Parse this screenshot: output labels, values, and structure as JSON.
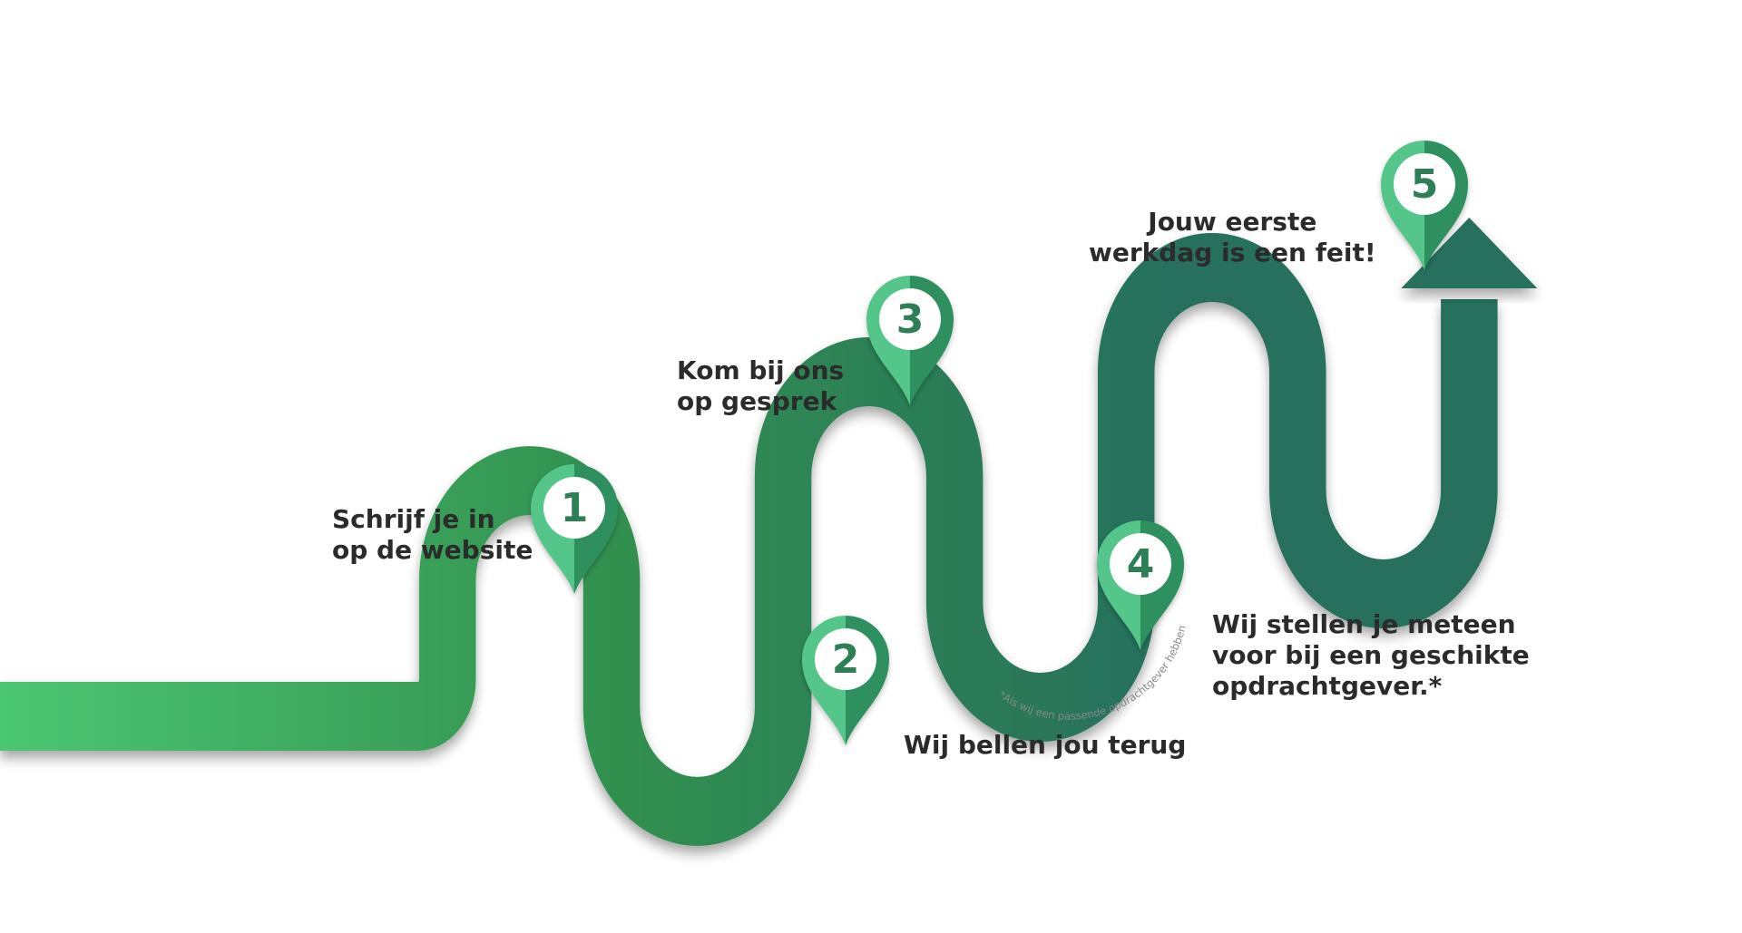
{
  "colors": {
    "road_start": "#4cc673",
    "road_mid": "#31914f",
    "road_end": "#276f5d",
    "pin_light": "#55c68a",
    "pin_dark": "#2f8f5e",
    "pin_circle": "#ffffff",
    "number_color": "#2f7f56",
    "text_color": "#2b2b2b",
    "footnote_color": "#888888"
  },
  "steps": [
    {
      "number": "1",
      "lines": [
        "Schrijf je in",
        "op de website"
      ]
    },
    {
      "number": "2",
      "lines": [
        "Wij bellen jou terug"
      ]
    },
    {
      "number": "3",
      "lines": [
        "Kom bij ons",
        "op gesprek"
      ]
    },
    {
      "number": "4",
      "lines": [
        "Wij stellen je meteen",
        "voor bij een geschikte",
        "opdrachtgever.*"
      ]
    },
    {
      "number": "5",
      "lines": [
        "Jouw eerste",
        "werkdag is een feit!"
      ]
    }
  ],
  "footnote": "*Als wij een passende opdrachtgever hebben"
}
